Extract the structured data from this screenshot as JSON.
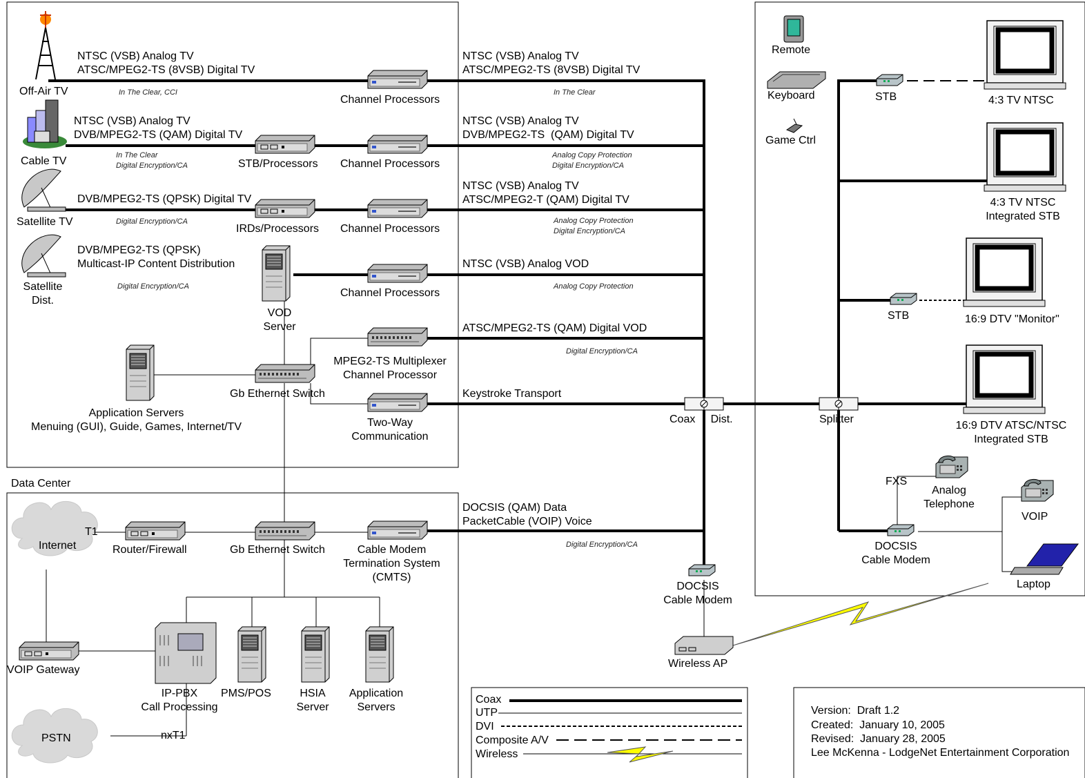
{
  "labels": {
    "offair_feed": "NTSC (VSB) Analog TV\nATSC/MPEG2-TS (8VSB) Digital TV",
    "offair_note": "In The Clear, CCI",
    "offair_out": "NTSC (VSB) Analog TV\nATSC/MPEG2-TS (8VSB) Digital TV",
    "offair_out_note": "In The Clear",
    "cable_feed": "NTSC (VSB) Analog TV\nDVB/MPEG2-TS (QAM) Digital TV",
    "cable_note": "In The Clear\nDigital Encryption/CA",
    "cable_out": "NTSC (VSB) Analog TV\nDVB/MPEG2-TS  (QAM) Digital TV",
    "cable_out_note": "Analog Copy Protection\nDigital Encryption/CA",
    "sat_feed": "DVB/MPEG2-TS (QPSK) Digital TV",
    "sat_note": "Digital Encryption/CA",
    "sat_out": "NTSC (VSB) Analog TV\nATSC/MPEG2-T (QAM) Digital TV",
    "sat_out_note": "Analog Copy Protection\nDigital Encryption/CA",
    "satdist_feed": "DVB/MPEG2-TS (QPSK)\nMulticast-IP Content Distribution",
    "satdist_note": "Digital Encryption/CA",
    "vod_out": "NTSC (VSB) Analog VOD",
    "vod_out_note": "Analog Copy Protection",
    "digvod_out": "ATSC/MPEG2-TS (QAM) Digital VOD",
    "digvod_note": "Digital Encryption/CA",
    "keystroke": "Keystroke Transport",
    "docsis_out": "DOCSIS (QAM) Data\nPacketCable (VOIP) Voice",
    "docsis_note": "Digital Encryption/CA",
    "data_center": "Data Center"
  },
  "devices": {
    "offair_tv": "Off-Air TV",
    "cable_tv": "Cable TV",
    "satellite_tv": "Satellite TV",
    "satellite_dist": "Satellite\nDist.",
    "chproc1": "Channel Processors",
    "chproc2": "Channel Processors",
    "chproc3": "Channel Processors",
    "chproc4": "Channel Processors",
    "stb_proc": "STB/Processors",
    "ird_proc": "IRDs/Processors",
    "vod_server": "VOD\nServer",
    "mux": "MPEG2-TS Multiplexer\nChannel Processor",
    "gb_switch_top": "Gb Ethernet Switch",
    "two_way": "Two-Way\nCommunication",
    "app_servers_top": "Application Servers\nMenuing (GUI), Guide, Games, Internet/TV",
    "coax_dist": "Coax     Dist.",
    "internet": "Internet",
    "t1": "T1",
    "router": "Router/Firewall",
    "gb_switch_bottom": "Gb Ethernet Switch",
    "cmts": "Cable Modem\nTermination System\n(CMTS)",
    "voip_gateway": "VOIP Gateway",
    "ip_pbx": "IP-PBX\nCall Processing",
    "pms_pos": "PMS/POS",
    "hsia": "HSIA\nServer",
    "app_servers_bottom": "Application\nServers",
    "pstn": "PSTN",
    "nxt1": "nxT1",
    "docsis_cm_center": "DOCSIS\nCable Modem",
    "wireless_ap": "Wireless AP",
    "remote": "Remote",
    "keyboard": "Keyboard",
    "game_ctrl": "Game Ctrl",
    "stb1": "STB",
    "stb2": "STB",
    "splitter": "Splitter",
    "tv1": "4:3 TV NTSC",
    "tv2": "4:3 TV NTSC\nIntegrated STB",
    "tv3": "16:9 DTV \"Monitor\"",
    "tv4": "16:9 DTV ATSC/NTSC\nIntegrated STB",
    "fxs": "FXS",
    "analog_phone": "Analog\nTelephone",
    "voip": "VOIP",
    "docsis_cm_room": "DOCSIS\nCable Modem",
    "laptop": "Laptop"
  },
  "legend": {
    "coax": "Coax",
    "utp": "UTP",
    "dvi": "DVI",
    "composite": "Composite A/V",
    "wireless": "Wireless"
  },
  "version_box": {
    "version": "Version:  Draft 1.2",
    "created": "Created:  January 10, 2005",
    "revised": "Revised:  January 28, 2005",
    "author": "Lee McKenna - LodgeNet Entertainment Corporation"
  },
  "colors": {
    "line": "#000000",
    "wireless_bolt": "#ffff00",
    "cloud": "#d9d9d9",
    "device_body": "#cfcfcf",
    "screen": "#1a1a1a"
  }
}
